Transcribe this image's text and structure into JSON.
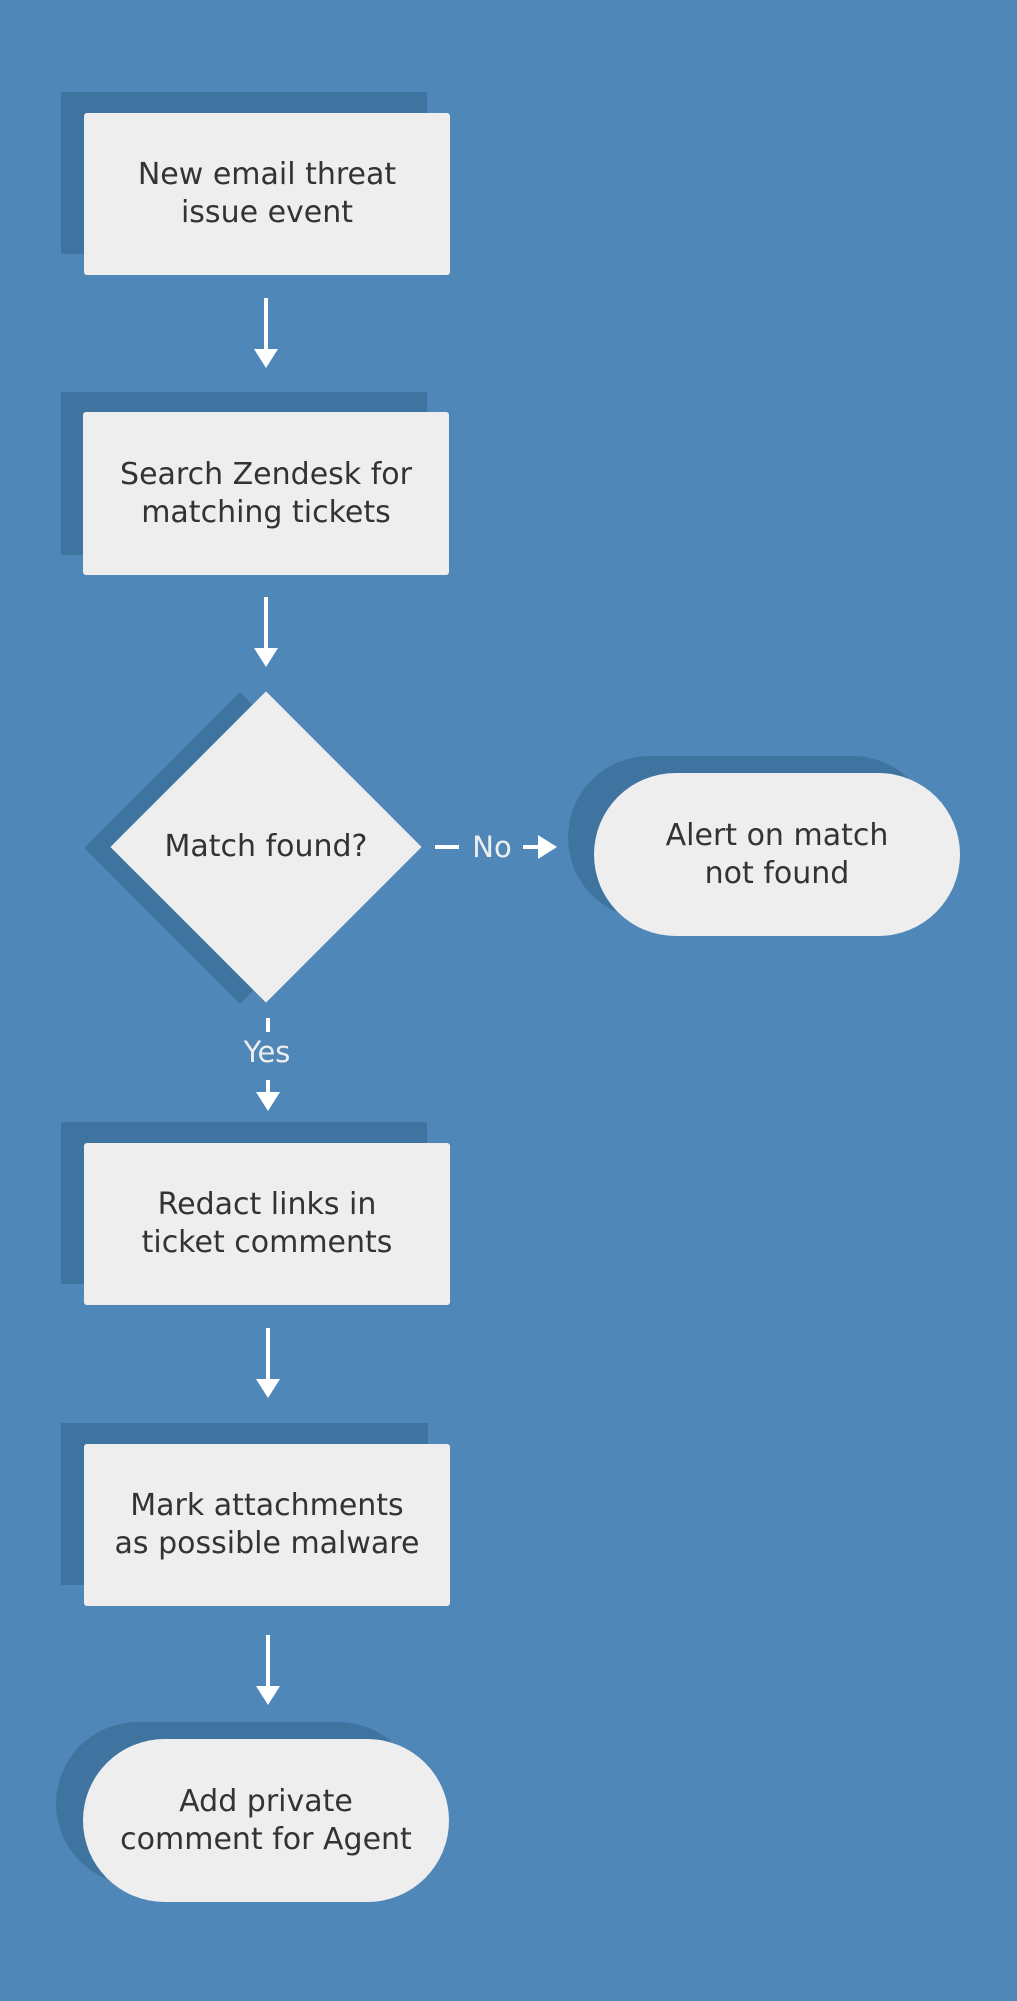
{
  "diagram": {
    "nodes": [
      {
        "id": "new-email-threat",
        "label_line1": "New email threat",
        "label_line2": "issue event",
        "shape": "rectangle"
      },
      {
        "id": "search-zendesk",
        "label_line1": "Search Zendesk for",
        "label_line2": "matching tickets",
        "shape": "rectangle"
      },
      {
        "id": "match-found",
        "label": "Match found?",
        "shape": "diamond"
      },
      {
        "id": "alert-not-found",
        "label_line1": "Alert on match",
        "label_line2": "not found",
        "shape": "terminator"
      },
      {
        "id": "redact-links",
        "label_line1": "Redact links in",
        "label_line2": "ticket comments",
        "shape": "rectangle"
      },
      {
        "id": "mark-attachments",
        "label_line1": "Mark attachments",
        "label_line2": "as possible malware",
        "shape": "rectangle"
      },
      {
        "id": "add-private-comment",
        "label_line1": "Add private",
        "label_line2": "comment for Agent",
        "shape": "terminator"
      }
    ],
    "edges": [
      {
        "from": "new-email-threat",
        "to": "search-zendesk",
        "label": ""
      },
      {
        "from": "search-zendesk",
        "to": "match-found",
        "label": ""
      },
      {
        "from": "match-found",
        "to": "alert-not-found",
        "label": "No"
      },
      {
        "from": "match-found",
        "to": "redact-links",
        "label": "Yes"
      },
      {
        "from": "redact-links",
        "to": "mark-attachments",
        "label": ""
      },
      {
        "from": "mark-attachments",
        "to": "add-private-comment",
        "label": ""
      }
    ]
  },
  "colors": {
    "background": "#5087b9",
    "shadow": "#3f74a1",
    "node_fill": "#eeeeee",
    "node_text": "#333333",
    "connector": "#ffffff"
  }
}
